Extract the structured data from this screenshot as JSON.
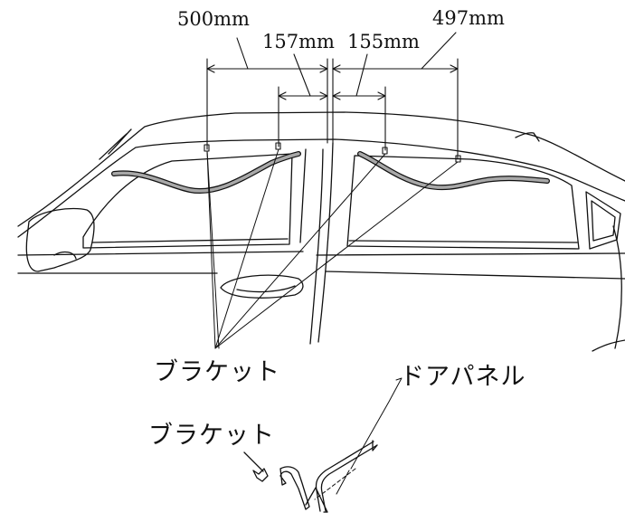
{
  "dimensions": {
    "front_outer": "500mm",
    "front_inner": "157mm",
    "rear_inner": "155mm",
    "rear_outer": "497mm"
  },
  "labels": {
    "bracket_main": "ブラケット",
    "bracket_detail": "ブラケット",
    "door_panel": "ドアパネル"
  }
}
